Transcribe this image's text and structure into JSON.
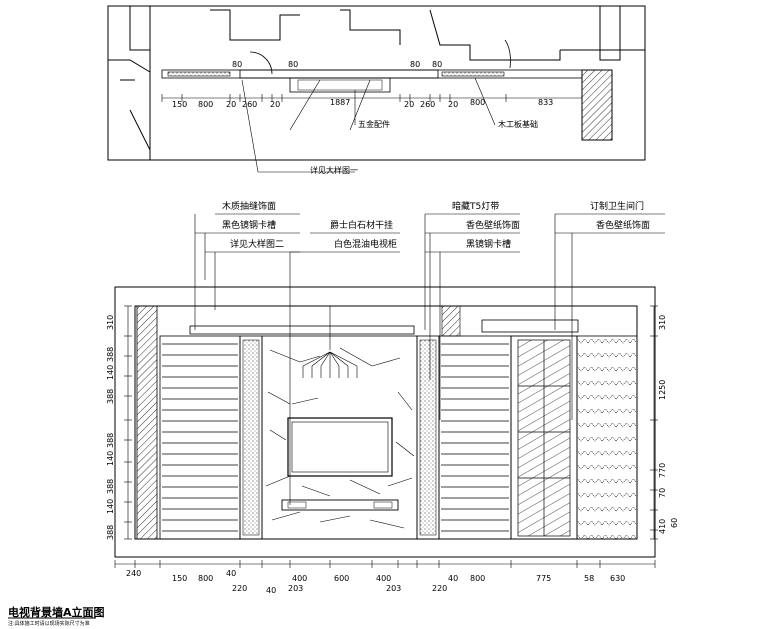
{
  "plan": {
    "dims": [
      "150",
      "800",
      "20",
      "260",
      "20",
      "1887",
      "20",
      "260",
      "20",
      "800",
      "833"
    ],
    "small_dims": [
      "80",
      "80",
      "80",
      "80"
    ],
    "notes": {
      "hardware": "五金配件",
      "wood_base": "木工板基础",
      "detail_ref": "详见大样图一"
    }
  },
  "callouts": {
    "top": [
      "木质抽缝饰面",
      "暗藏T5灯带",
      "订制卫生间门"
    ],
    "mid": [
      "黑色镜钢卡槽",
      "爵士白石材干挂",
      "香色壁纸饰面",
      "香色壁纸饰面"
    ],
    "lower": [
      "详见大样图二",
      "白色混油电视柜",
      "黑镜钢卡槽"
    ]
  },
  "elevation": {
    "left_dims": [
      "310",
      "388",
      "140",
      "388",
      "388",
      "140",
      "388",
      "140",
      "388"
    ],
    "right_dims": [
      "310",
      "1250",
      "770",
      "70",
      "410",
      "60"
    ],
    "bottom_dims": [
      "240",
      "150",
      "800",
      "40",
      "400",
      "600",
      "400",
      "40",
      "800",
      "775",
      "58",
      "630"
    ],
    "bottom_dims2": [
      "220",
      "40",
      "203",
      "203",
      "220"
    ]
  },
  "title": {
    "main": "电视背景墙A立面图",
    "sub": "注:具体施工时请以现场实际尺寸为准"
  }
}
